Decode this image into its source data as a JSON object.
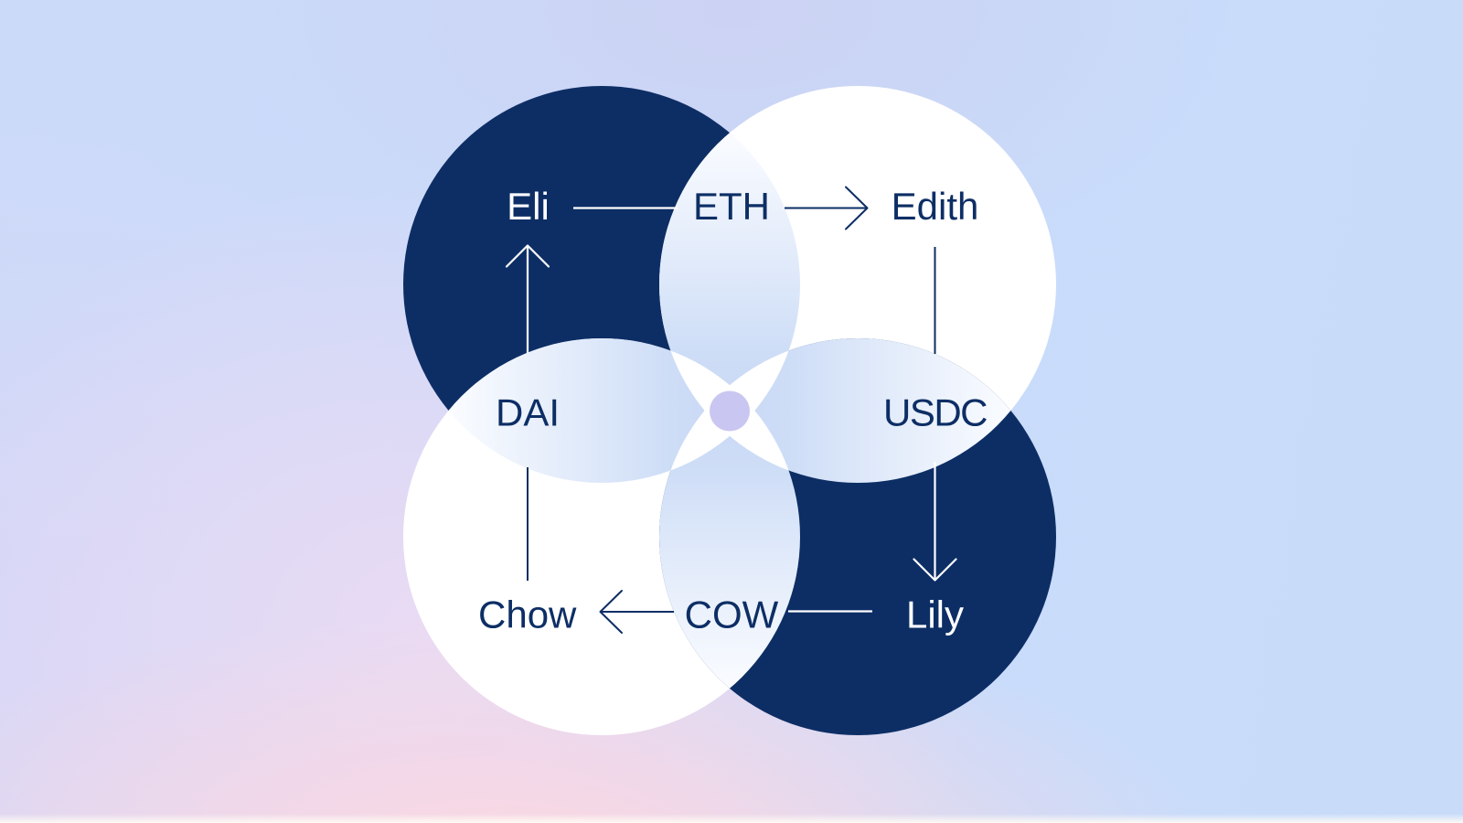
{
  "diagram": {
    "labels": {
      "eli": "Eli",
      "eth": "ETH",
      "edith": "Edith",
      "dai": "DAI",
      "usdc": "USDC",
      "chow": "Chow",
      "cow": "COW",
      "lily": "Lily"
    },
    "flows": [
      {
        "from": "Eli",
        "token": "ETH",
        "to": "Edith"
      },
      {
        "from": "Edith",
        "token": "USDC",
        "to": "Lily"
      },
      {
        "from": "Lily",
        "token": "COW",
        "to": "Chow"
      },
      {
        "from": "Chow",
        "token": "DAI",
        "to": "Eli"
      }
    ],
    "colors": {
      "navy": "#0d2e65",
      "white": "#ffffff",
      "petal_inner": "#cbdaf5",
      "petal_outer": "#f9fbff",
      "center_dot": "#c9c7f1"
    }
  }
}
